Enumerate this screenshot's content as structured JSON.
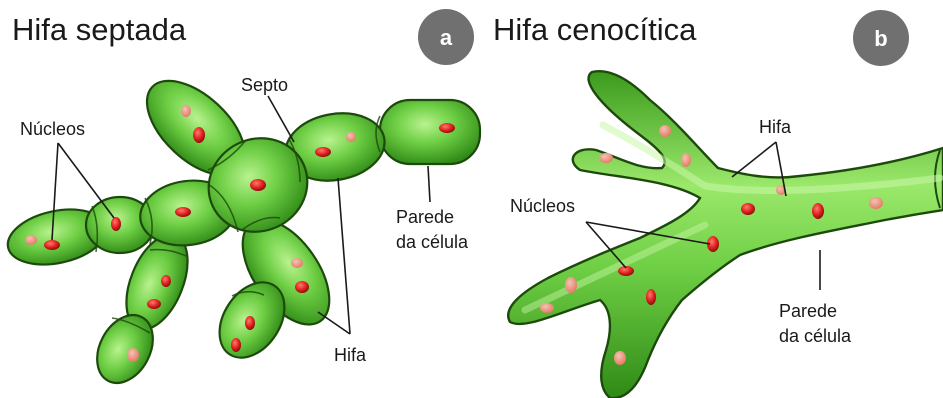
{
  "panel_a": {
    "title": "Hifa septada",
    "badge": "a",
    "labels": {
      "nuclei": "Núcleos",
      "septum": "Septo",
      "wall_line1": "Parede",
      "wall_line2": "da célula",
      "hypha": "Hifa"
    }
  },
  "panel_b": {
    "title": "Hifa cenocítica",
    "badge": "b",
    "labels": {
      "hypha": "Hifa",
      "nuclei": "Núcleos",
      "wall_line1": "Parede",
      "wall_line2": "da célula"
    }
  },
  "colors": {
    "cell_fill_light": "#7ed957",
    "cell_fill_dark": "#2e8b16",
    "outline": "#1d4a0c",
    "nucleus": "#d81e1e",
    "nucleus_faded": "#e58a7a",
    "badge": "#707070"
  }
}
